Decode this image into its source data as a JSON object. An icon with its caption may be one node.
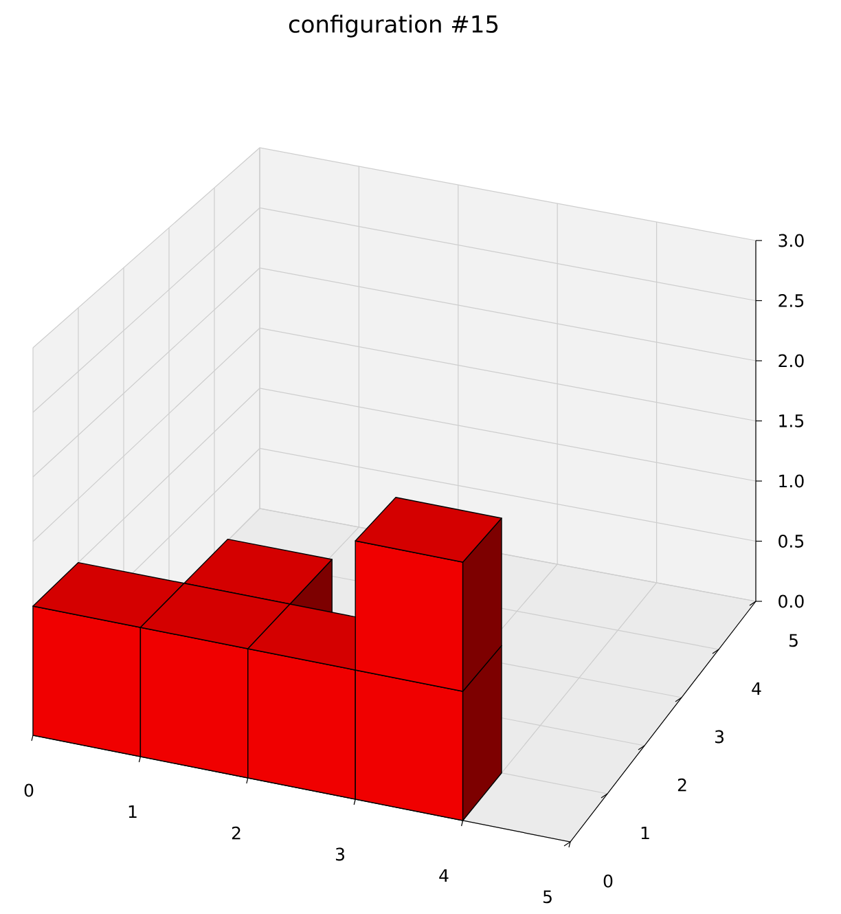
{
  "diagram": {
    "title": "configuration #15",
    "labels": [
      "3.0",
      "2.5",
      "2.0",
      "1.5",
      "1.0",
      "0.5",
      "0.0",
      "5",
      "4",
      "3",
      "2",
      "1",
      "0",
      "0",
      "1",
      "2",
      "3",
      "4",
      "5"
    ]
  }
}
